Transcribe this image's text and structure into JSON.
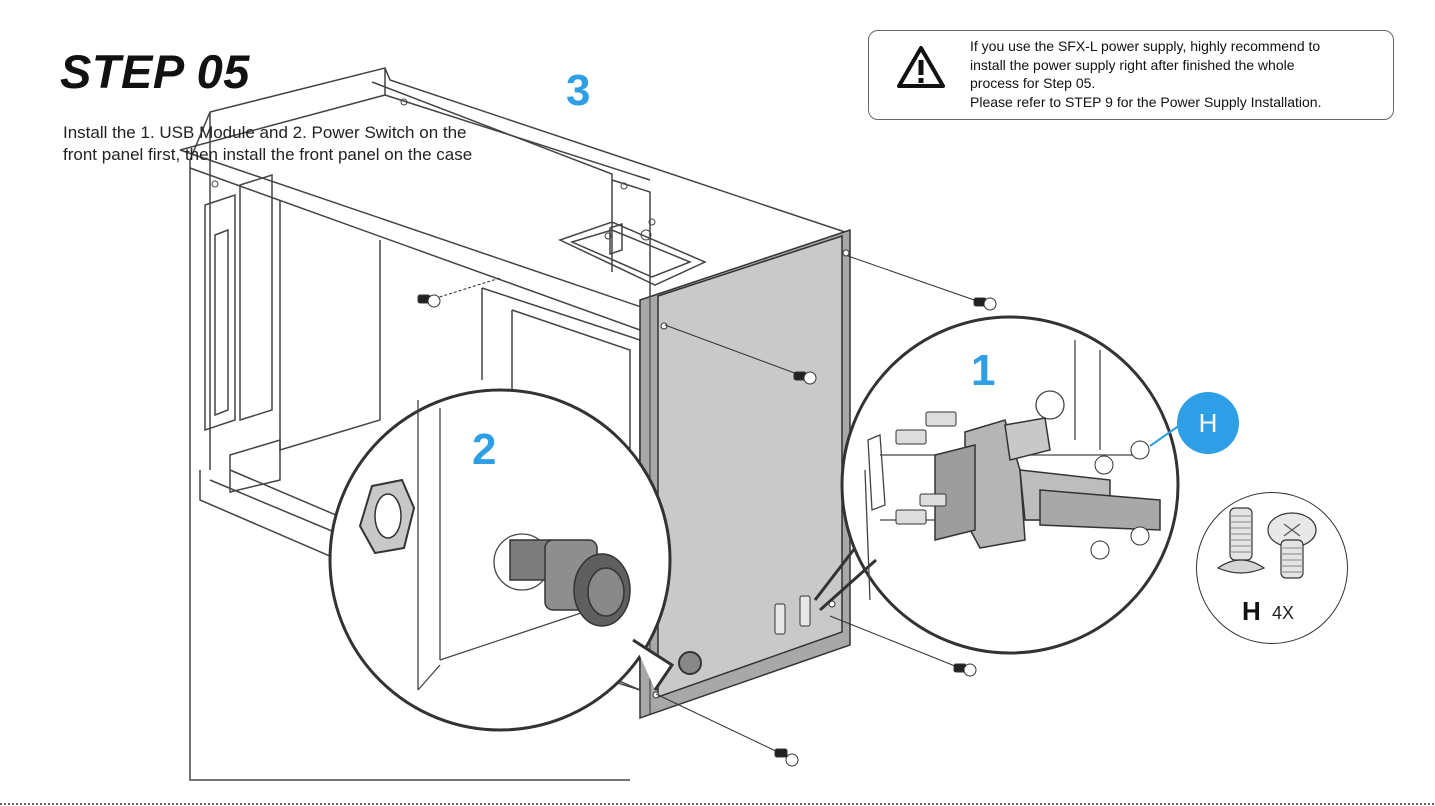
{
  "step_title": "STEP 05",
  "instructions": [
    "Install the 1. USB Module and 2. Power Switch on the",
    "front panel first, then install the front panel on the case"
  ],
  "callouts": {
    "one": "1",
    "two": "2",
    "three": "3"
  },
  "note": {
    "lines": [
      "If you use the SFX-L power supply, highly recommend to",
      "install the power supply right after finished the whole",
      "process for Step 05.",
      "Please refer to STEP 9 for the Power Supply Installation."
    ],
    "icon": "warning-triangle-icon"
  },
  "screw_label": "H",
  "screw_kit": {
    "letter": "H",
    "quantity": "4X"
  },
  "colors": {
    "accent": "#2e9ee6",
    "panel": "#c9c9c9",
    "line": "#333333"
  }
}
